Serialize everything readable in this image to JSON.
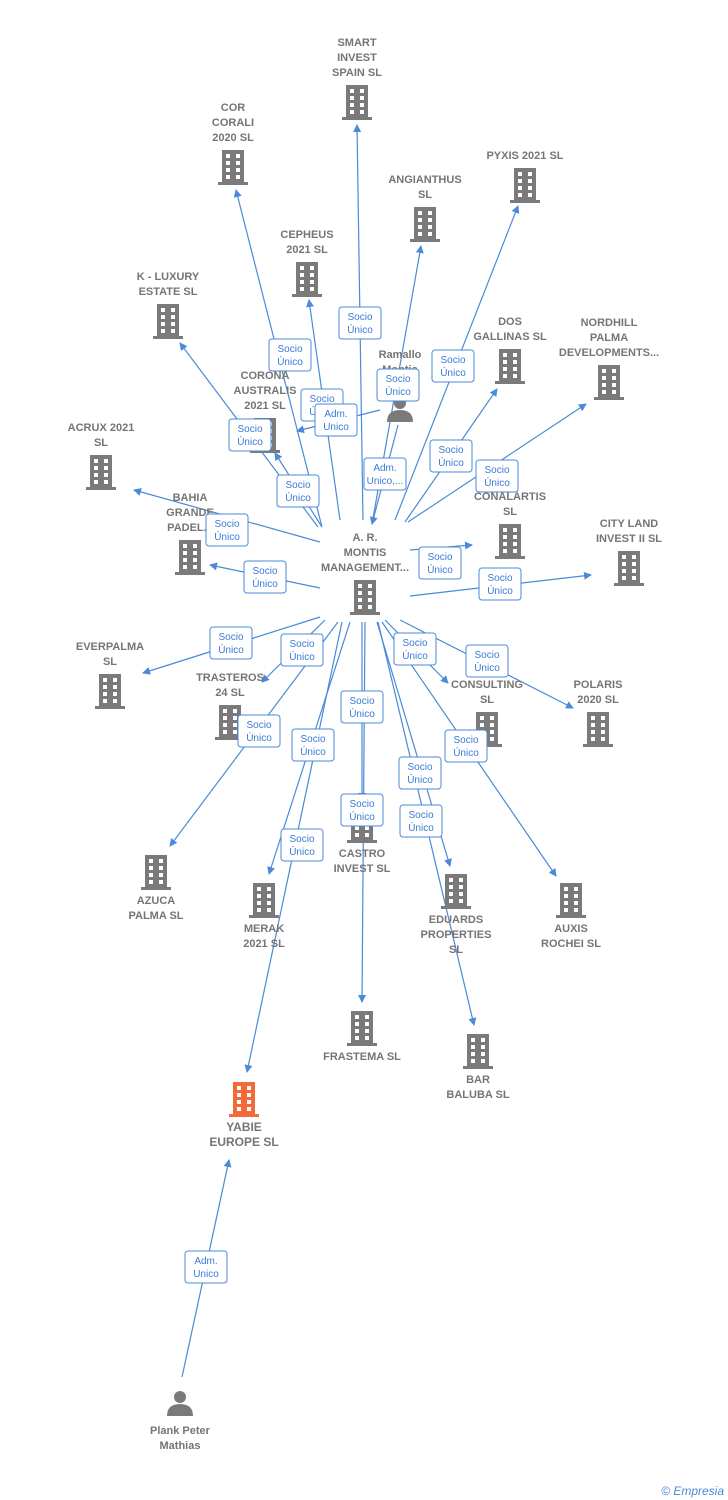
{
  "colors": {
    "edge": "#4a8ad8",
    "company": "#7a7a7a",
    "highlight": "#f26a3a",
    "person": "#7a7a7a"
  },
  "nodes": [
    {
      "id": "smart",
      "type": "company",
      "label": [
        "SMART",
        "INVEST",
        "SPAIN  SL"
      ]
    },
    {
      "id": "cor",
      "type": "company",
      "label": [
        "COR",
        "CORALI",
        "2020  SL"
      ]
    },
    {
      "id": "pyxis",
      "type": "company",
      "label": [
        "PYXIS 2021  SL"
      ]
    },
    {
      "id": "angianthus",
      "type": "company",
      "label": [
        "ANGIANTHUS",
        "SL"
      ]
    },
    {
      "id": "cepheus",
      "type": "company",
      "label": [
        "CEPHEUS",
        "2021  SL"
      ]
    },
    {
      "id": "kluxury",
      "type": "company",
      "label": [
        "K -  LUXURY",
        "ESTATE  SL"
      ]
    },
    {
      "id": "ramallo",
      "type": "person",
      "label": [
        "Ramallo",
        "Montis",
        "M..."
      ]
    },
    {
      "id": "dosgallinas",
      "type": "company",
      "label": [
        "DOS",
        "GALLINAS  SL"
      ]
    },
    {
      "id": "nordhill",
      "type": "company",
      "label": [
        "NORDHILL",
        "PALMA",
        "DEVELOPMENTS..."
      ]
    },
    {
      "id": "corona",
      "type": "company",
      "label": [
        "CORONA",
        "AUSTRALIS",
        "2021  SL"
      ]
    },
    {
      "id": "acrux",
      "type": "company",
      "label": [
        "ACRUX 2021",
        "SL"
      ]
    },
    {
      "id": "bahia",
      "type": "company",
      "label": [
        "BAHIA",
        "GRANDE",
        "PADEL..."
      ]
    },
    {
      "id": "conalartis",
      "type": "company",
      "label": [
        "CONALARTIS",
        "SL"
      ]
    },
    {
      "id": "citylan",
      "type": "company",
      "label": [
        "CITY LAND",
        "INVEST II  SL"
      ]
    },
    {
      "id": "armontis",
      "type": "company",
      "label": [
        "A. R.",
        "MONTIS",
        "MANAGEMENT..."
      ]
    },
    {
      "id": "everpalma",
      "type": "company",
      "label": [
        "EVERPALMA",
        "SL"
      ]
    },
    {
      "id": "trasteros",
      "type": "company",
      "label": [
        "TRASTEROS",
        "24  SL"
      ]
    },
    {
      "id": "consulting",
      "type": "company",
      "label": [
        "C...",
        "CONSULTING",
        "SL"
      ]
    },
    {
      "id": "polaris",
      "type": "company",
      "label": [
        "POLARIS",
        "2020  SL"
      ]
    },
    {
      "id": "azuca",
      "type": "company",
      "label": [
        "AZUCA",
        "PALMA  SL"
      ]
    },
    {
      "id": "merak",
      "type": "company",
      "label": [
        "MERAK",
        "2021  SL"
      ]
    },
    {
      "id": "castro",
      "type": "company",
      "label": [
        "CASTRO",
        "INVEST  SL"
      ]
    },
    {
      "id": "eduards",
      "type": "company",
      "label": [
        "EDUARDS",
        "PROPERTIES",
        "SL"
      ]
    },
    {
      "id": "auxis",
      "type": "company",
      "label": [
        "AUXIS",
        "ROCHEI  SL"
      ]
    },
    {
      "id": "frastema",
      "type": "company",
      "label": [
        "FRASTEMA  SL"
      ]
    },
    {
      "id": "barbaluba",
      "type": "company",
      "label": [
        "BAR",
        "BALUBA  SL"
      ]
    },
    {
      "id": "yabie",
      "type": "highlight",
      "label": [
        "YABIE",
        "EUROPE  SL"
      ]
    },
    {
      "id": "plank",
      "type": "person",
      "label": [
        "Plank Peter",
        "Mathias"
      ]
    }
  ],
  "edges": [
    {
      "from": "armontis",
      "to": "smart",
      "label": [
        "Socio",
        "Único"
      ]
    },
    {
      "from": "armontis",
      "to": "cor",
      "label": [
        "Socio",
        "Único"
      ]
    },
    {
      "from": "armontis",
      "to": "pyxis",
      "label": [
        "Socio",
        "Único"
      ]
    },
    {
      "from": "armontis",
      "to": "angianthus",
      "label": [
        "Socio",
        "Único"
      ]
    },
    {
      "from": "armontis",
      "to": "cepheus",
      "label": [
        "Socio",
        "Único"
      ]
    },
    {
      "from": "armontis",
      "to": "kluxury",
      "label": [
        "Socio",
        "Único"
      ]
    },
    {
      "from": "ramallo",
      "to": "armontis",
      "label": [
        "Adm.",
        "Unico,..."
      ]
    },
    {
      "from": "armontis",
      "to": "dosgallinas",
      "label": [
        "Socio",
        "Único"
      ]
    },
    {
      "from": "armontis",
      "to": "nordhill",
      "label": [
        "Socio",
        "Único"
      ]
    },
    {
      "from": "armontis",
      "to": "corona",
      "label": [
        "Socio",
        "Único"
      ]
    },
    {
      "from": "ramallo",
      "to": "corona",
      "label": [
        "Adm.",
        "Unico"
      ]
    },
    {
      "from": "armontis",
      "to": "acrux",
      "label": [
        "Socio",
        "Único"
      ]
    },
    {
      "from": "armontis",
      "to": "bahia",
      "label": [
        "Socio",
        "Único"
      ]
    },
    {
      "from": "armontis",
      "to": "conalartis",
      "label": [
        "Socio",
        "Único"
      ]
    },
    {
      "from": "armontis",
      "to": "citylan",
      "label": [
        "Socio",
        "Único"
      ]
    },
    {
      "from": "armontis",
      "to": "everpalma",
      "label": [
        "Socio",
        "Único"
      ]
    },
    {
      "from": "armontis",
      "to": "trasteros",
      "label": [
        "Socio",
        "Único"
      ]
    },
    {
      "from": "armontis",
      "to": "consulting",
      "label": [
        "Socio",
        "Único"
      ]
    },
    {
      "from": "armontis",
      "to": "polaris",
      "label": [
        "Socio",
        "Único"
      ]
    },
    {
      "from": "armontis",
      "to": "azuca",
      "label": [
        "Socio",
        "Único"
      ]
    },
    {
      "from": "armontis",
      "to": "merak",
      "label": [
        "Socio",
        "Único"
      ]
    },
    {
      "from": "armontis",
      "to": "castro",
      "label": [
        "Socio",
        "Único"
      ]
    },
    {
      "from": "armontis",
      "to": "eduards",
      "label": [
        "Socio",
        "Único"
      ]
    },
    {
      "from": "armontis",
      "to": "auxis",
      "label": [
        "Socio",
        "Único"
      ]
    },
    {
      "from": "armontis",
      "to": "frastema",
      "label": [
        "Socio",
        "Único"
      ]
    },
    {
      "from": "armontis",
      "to": "barbaluba",
      "label": [
        "Socio",
        "Único"
      ]
    },
    {
      "from": "armontis",
      "to": "yabie",
      "label": [
        "Socio",
        "Único"
      ]
    },
    {
      "from": "plank",
      "to": "yabie",
      "label": [
        "Adm.",
        "Unico"
      ]
    }
  ],
  "footer": {
    "copyright": "©",
    "brand": "Empresia"
  }
}
